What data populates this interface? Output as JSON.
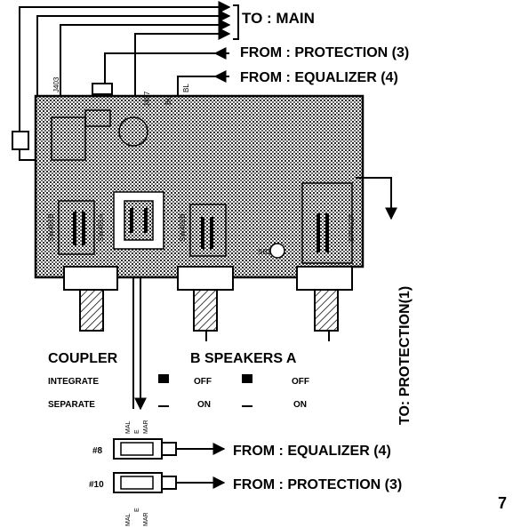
{
  "labels": {
    "to_main": "TO : MAIN",
    "from_protection_top": "FROM : PROTECTION (3)",
    "from_equalizer_top": "FROM : EQUALIZER (4)",
    "to_protection": "TO: PROTECTION(1)",
    "coupler": "COUPLER",
    "b_speakers_a": "B SPEAKERS A",
    "integrate": "INTEGRATE",
    "separate": "SEPARATE",
    "off_1": "OFF",
    "off_2": "OFF",
    "on_1": "ON",
    "on_2": "ON",
    "from_equalizer_bottom": "FROM : EQUALIZER (4)",
    "from_protection_bottom": "FROM : PROTECTION (3)",
    "conn_8": "#8",
    "conn_10": "#10",
    "page_number": "7"
  },
  "board_labels": {
    "j403": "J403",
    "j407": "J407",
    "bl1": "BL",
    "bl2": "BL",
    "sw401b": "SW401B",
    "sw401a": "SW401A",
    "sw402b": "SW402B",
    "sw402a": "SW402A",
    "sb1": "SB1"
  },
  "colors": {
    "ink": "#000000",
    "board_fill": "#bdbdbd",
    "paper": "#ffffff"
  }
}
